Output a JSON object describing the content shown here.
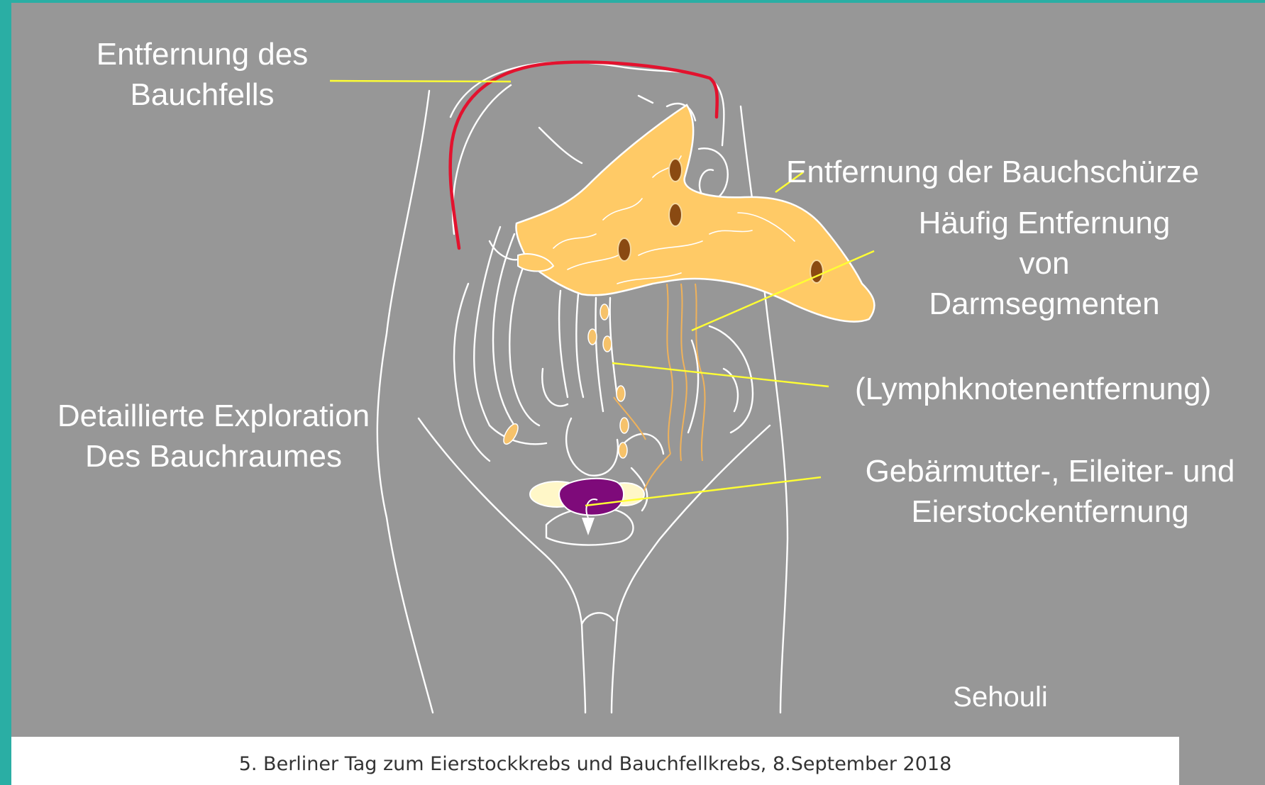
{
  "labels": {
    "peritoneum": [
      "Entfernung des",
      "Bauchfells"
    ],
    "omentum": "Entfernung der Bauchschürze",
    "bowel": [
      "Häufig Entfernung",
      "von",
      "Darmsegmenten"
    ],
    "lymph": "(Lymphknotenentfernung)",
    "uterus": [
      "Gebärmutter-, Eileiter- und",
      "Eierstockentfernung"
    ],
    "exploration": [
      "Detaillierte Exploration",
      "Des Bauchraumes"
    ],
    "author": "Sehouli"
  },
  "footer": "5. Berliner Tag zum Eierstockkrebs und Bauchfellkrebs, 8.September 2018",
  "colors": {
    "background": "#979797",
    "accent_border": "#2aaea4",
    "pointer_line": "#ffff33",
    "omentum_fill": "#ffca66",
    "peritoneum_line": "#e3122e",
    "uterus_fill": "#7e0a7a",
    "ovary_fill": "#fff7c8",
    "lymph_node": "#f6c26a",
    "tumor_nodule": "#8a4a12"
  }
}
